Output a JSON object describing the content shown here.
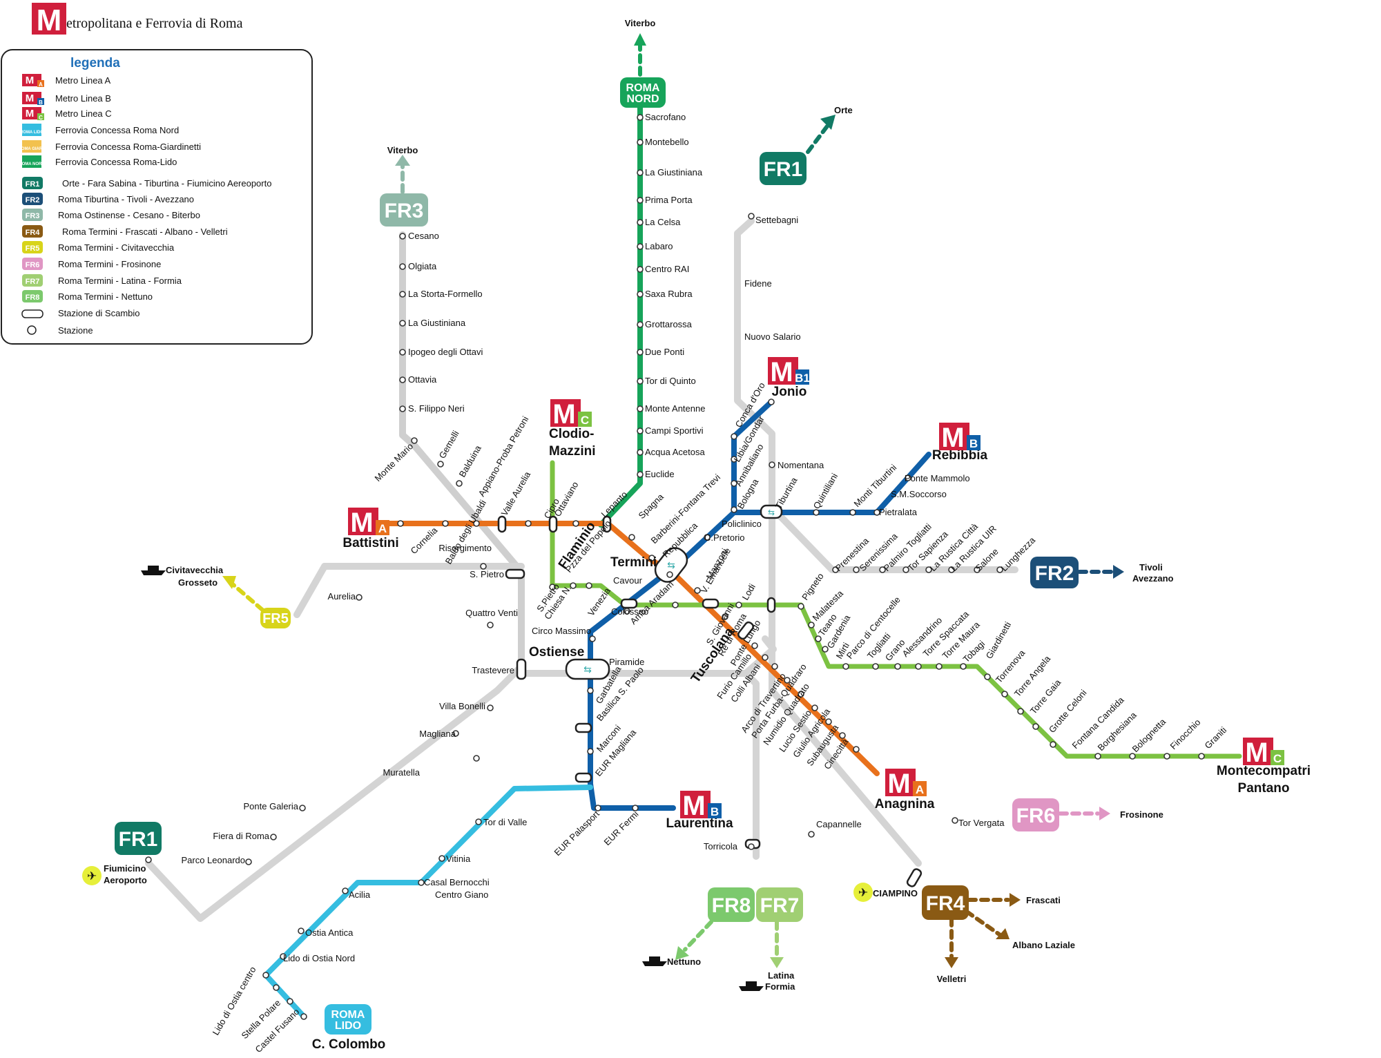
{
  "header": {
    "logo_letter": "M",
    "title": "etropolitana e Ferrovia di Roma"
  },
  "colors": {
    "metro_a": "#e8711c",
    "metro_b": "#0f5fa8",
    "metro_c": "#7cc242",
    "roma_nord": "#17a45a",
    "roma_lido": "#35bde0",
    "rail": "#cfcfcf",
    "fr1": "#117a65",
    "fr2": "#1c4f78",
    "fr3": "#8fb8a8",
    "fr4": "#8a5a14",
    "fr5": "#d8d41a",
    "fr6": "#e096c4",
    "fr7": "#a0cf73",
    "fr8": "#7cc96d",
    "metro_red": "#d01f3c"
  },
  "legend": {
    "title": "legenda",
    "items": [
      {
        "badge": "M",
        "sub": "A",
        "text": "Metro Linea A"
      },
      {
        "badge": "M",
        "sub": "B",
        "text": "Metro Linea B"
      },
      {
        "badge": "M",
        "sub": "C",
        "text": "Metro Linea C"
      },
      {
        "badge": "ROMA LIDO",
        "sub": "",
        "text": "Ferrovia Concessa Roma Nord"
      },
      {
        "badge": "ROMA GIARD",
        "sub": "",
        "text": "Ferrovia Concessa Roma-Giardinetti"
      },
      {
        "badge": "ROMA NORD",
        "sub": "",
        "text": "Ferrovia Concessa Roma-Lido"
      },
      {
        "badge": "FR1",
        "sub": "",
        "text": "Orte - Fara Sabina - Tiburtina - Fiumicino Aereoporto"
      },
      {
        "badge": "FR2",
        "sub": "",
        "text": "Roma Tiburtina - Tivoli - Avezzano"
      },
      {
        "badge": "FR3",
        "sub": "",
        "text": "Roma Ostinense - Cesano - Biterbo"
      },
      {
        "badge": "FR4",
        "sub": "",
        "text": "Roma Termini - Frascati - Albano - Velletri"
      },
      {
        "badge": "FR5",
        "sub": "",
        "text": "Roma Termini - Civitavecchia"
      },
      {
        "badge": "FR6",
        "sub": "",
        "text": "Roma Termini - Frosinone"
      },
      {
        "badge": "FR7",
        "sub": "",
        "text": "Roma Termini - Latina - Formia"
      },
      {
        "badge": "FR8",
        "sub": "",
        "text": "Roma Termini - Nettuno"
      },
      {
        "badge": "",
        "sub": "",
        "text": "Stazione di Scambio"
      },
      {
        "badge": "",
        "sub": "",
        "text": "Stazione"
      }
    ]
  },
  "badges": {
    "roma_nord": "ROMA\nNORD",
    "roma_lido": "ROMA\nLIDO",
    "fr1": "FR1",
    "fr2": "FR2",
    "fr3": "FR3",
    "fr4": "FR4",
    "fr5": "FR5",
    "fr6": "FR6",
    "fr7": "FR7",
    "fr8": "FR8"
  },
  "terminals": {
    "viterbo_top": "Viterbo",
    "orte": "Orte",
    "viterbo_fr3": "Viterbo",
    "civitavecchia": "Civitavecchia",
    "grosseto": "Grosseto",
    "tivoli": "Tivoli",
    "avezzano": "Avezzano",
    "frosinone": "Frosinone",
    "frascati": "Frascati",
    "albano": "Albano Laziale",
    "velletri": "Velletri",
    "nettuno": "Nettuno",
    "latina": "Latina",
    "formia": "Formia",
    "ciampino": "CIAMPINO",
    "fiumicino": "Fiumicino",
    "aeroporto": "Aeroporto"
  },
  "big_labels": {
    "battistini": "Battistini",
    "anagnina": "Anagnina",
    "rebibbia": "Rebibbia",
    "jonio": "Jonio",
    "laurentina": "Laurentina",
    "clodio": "Clodio-",
    "mazzini": "Mazzini",
    "montecompatri": "Montecompatri",
    "pantano": "Pantano",
    "termini": "Termini",
    "flaminio": "Flaminio",
    "tuscolana": "Tuscolana",
    "ostiense": "Ostiense",
    "c_colombo": "C. Colombo"
  },
  "stations": {
    "roma_nord": [
      "Sacrofano",
      "Montebello",
      "La Giustiniana",
      "Prima Porta",
      "La Celsa",
      "Labaro",
      "Centro RAI",
      "Saxa Rubra",
      "Grottarossa",
      "Due Ponti",
      "Tor di Quinto",
      "Monte Antenne",
      "Campi Sportivi",
      "Acqua Acetosa",
      "Euclide"
    ],
    "fr3": [
      "Cesano",
      "Olgiata",
      "La Storta-Formello",
      "La Giustiniana",
      "Ipogeo degli Ottavi",
      "Ottavia",
      "S. Filippo Neri"
    ],
    "fr1_north": [
      "Settebagni",
      "Fidene",
      "Nuovo Salario",
      "Nomentana"
    ],
    "metro_a_rot": [
      "Cornelia",
      "Baldo degli Ubaldi",
      "Valle Aurelia",
      "Cipro",
      "Ottaviano",
      "Lepanto",
      "Spagna",
      "Barberini-Fontana Trevi",
      "Repubblica",
      "V. Emanuele",
      "Manzoni",
      "S. Giovanni",
      "Re di Roma",
      "Ponte Lungo",
      "Furio Camillo",
      "Colli Albani",
      "Arco di Travertino",
      "Porta Furba-Quadraro",
      "Numidio Quadrato",
      "Lucio Sestio",
      "Giulio Agricola",
      "Subaugusta",
      "Cinecittà",
      "Pzza del Popolo"
    ],
    "metro_b_rot": [
      "Conca d'Oro",
      "Libia/Gondar",
      "Annibaliano",
      "Bologna",
      "Tiburtina",
      "Quintiliani",
      "Monti Tiburtini",
      "Basilica S. Paolo",
      "Marconi",
      "EUR Magliana",
      "EUR Palasport",
      "EUR Fermi",
      "Garbatella"
    ],
    "metro_b_h": [
      "Ponte Mammolo",
      "S.M.Soccorso",
      "Pietralata",
      "Policlinico",
      "C.Pretorio",
      "Cavour",
      "Colosseo",
      "Circo Massimo",
      "Piramide"
    ],
    "metro_c_rot": [
      "S.Pietro",
      "Chiesa N.",
      "Venezia",
      "Amba Aradam",
      "Lodi",
      "Pigneto",
      "Malatesta",
      "Teano",
      "Gardenia",
      "Mirti",
      "Parco di Centocelle",
      "Togliatti",
      "Grano",
      "Alessandrino",
      "Torre Spaccata",
      "Torre Maura",
      "Tobagi",
      "Giardinetti",
      "Torrenova",
      "Torre Angela",
      "Torre Gaia",
      "Grotte Celoni",
      "Fontana Candida",
      "Borghesiana",
      "Bolognetta",
      "Finocchio",
      "Graniti"
    ],
    "misc_rot": [
      "Monte Mario",
      "Gemelli",
      "Balduina",
      "Appiano-Proba Petroni",
      "Prenestina",
      "Serenissima",
      "Palmiro Togliatti",
      "Tor Sapienza",
      "La Rustica Città",
      "La Rustica UIR",
      "Salone",
      "Lunghezza",
      "Lido di Ostia centro",
      "Stella Polare",
      "Castel Fusano"
    ],
    "misc_h": [
      "Risorgimento",
      "S. Pietro",
      "Aurelia",
      "Quattro Venti",
      "Trastevere",
      "Villa Bonelli",
      "Magliana",
      "Muratella",
      "Ponte Galeria",
      "Fiera di Roma",
      "Parco Leonardo",
      "Tor di Valle",
      "Vitinia",
      "Casal Bernocchi",
      "Centro Giano",
      "Acilia",
      "Ostia Antica",
      "Lido di Ostia Nord",
      "Torricola",
      "Capannelle",
      "Tor Vergata"
    ]
  }
}
